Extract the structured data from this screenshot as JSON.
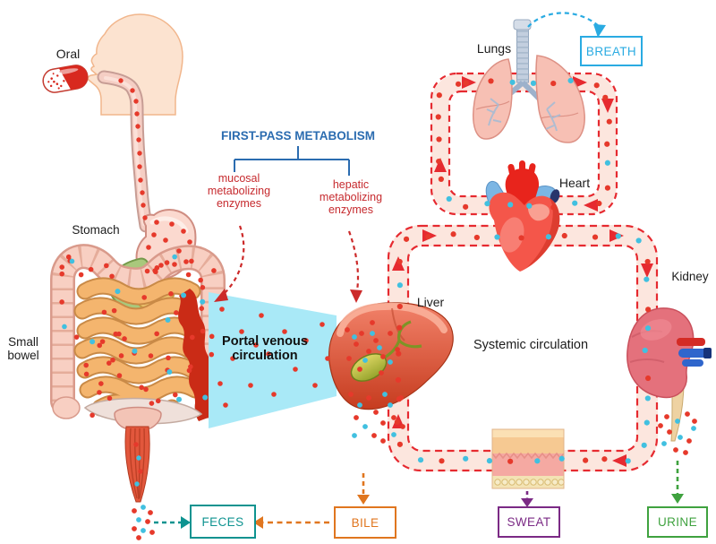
{
  "diagram_title": "FIRST-PASS METABOLISM",
  "labels": {
    "oral": "Oral",
    "stomach": "Stomach",
    "small_bowel_line1": "Small",
    "small_bowel_line2": "bowel",
    "lungs": "Lungs",
    "heart": "Heart",
    "kidney": "Kidney",
    "liver": "Liver",
    "systemic": "Systemic circulation",
    "portal_line1": "Portal venous",
    "portal_line2": "circulation"
  },
  "enzymes": {
    "mucosal": {
      "line1": "mucosal",
      "line2": "metabolizing",
      "line3": "enzymes"
    },
    "hepatic": {
      "line1": "hepatic",
      "line2": "metabolizing",
      "line3": "enzymes"
    }
  },
  "excretion_boxes": {
    "breath": {
      "label": "BREATH",
      "color": "#2aabe2"
    },
    "feces": {
      "label": "FECES",
      "color": "#0e9390"
    },
    "bile": {
      "label": "BILE",
      "color": "#e0761f"
    },
    "sweat": {
      "label": "SWEAT",
      "color": "#7b2a85"
    },
    "urine": {
      "label": "URINE",
      "color": "#3fa23f"
    }
  },
  "colors": {
    "title_blue": "#2b6cb0",
    "enzyme_label_red": "#c62a2e",
    "circulation_dash_red": "#e62a30",
    "circulation_band_pink": "#fce6de",
    "drug_dot_red": "#e6392b",
    "metabolite_dot_cyan": "#41c0e0",
    "portal_beam_cyan": "#a9e9f7"
  }
}
